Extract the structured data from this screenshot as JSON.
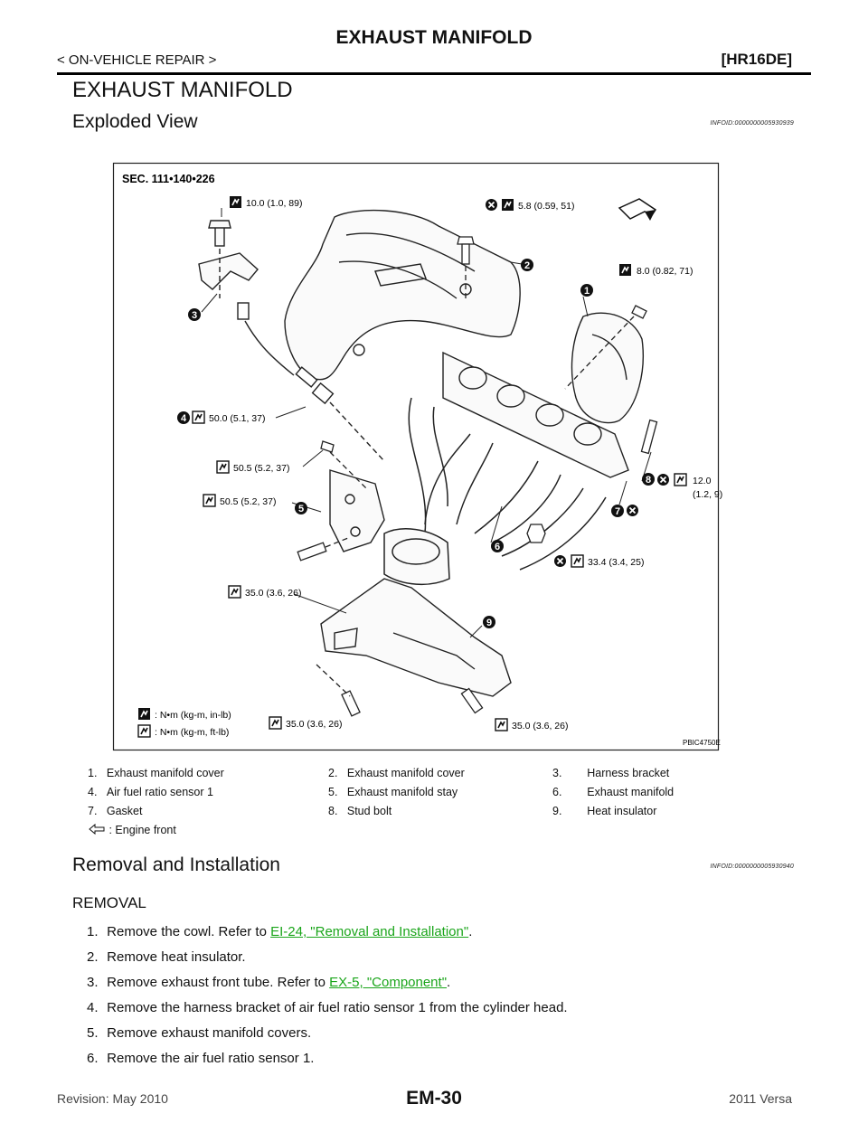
{
  "header": {
    "title": "EXHAUST MANIFOLD",
    "section": "< ON-VEHICLE REPAIR >",
    "engine": "[HR16DE]"
  },
  "page_title": "EXHAUST MANIFOLD",
  "exploded": {
    "heading": "Exploded View",
    "info_id": "INFOID:0000000005930939"
  },
  "figure": {
    "sec": "SEC. 111•140•226",
    "code": "PBIC4750E",
    "callouts": [
      "1",
      "2",
      "3",
      "4",
      "5",
      "6",
      "7",
      "8",
      "9"
    ],
    "torques": {
      "t1": "10.0 (1.0, 89)",
      "t2": "5.8 (0.59, 51)",
      "t3": "8.0 (0.82, 71)",
      "t4": "50.0 (5.1, 37)",
      "t5": "50.5 (5.2, 37)",
      "t6": "50.5 (5.2, 37)",
      "t7a": "12.0",
      "t7b": "(1.2, 9)",
      "t8": "33.4 (3.4, 25)",
      "t9": "35.0 (3.6, 26)",
      "t10": "35.0 (3.6, 26)",
      "t11": "35.0 (3.6, 26)"
    },
    "units": {
      "inlb": ": N•m (kg-m, in-lb)",
      "ftlb": ": N•m (kg-m, ft-lb)"
    }
  },
  "legend": {
    "items": [
      {
        "n": "1.",
        "t": "Exhaust manifold cover"
      },
      {
        "n": "2.",
        "t": "Exhaust manifold cover"
      },
      {
        "n": "3.",
        "t": "Harness bracket"
      },
      {
        "n": "4.",
        "t": "Air fuel ratio sensor 1"
      },
      {
        "n": "5.",
        "t": "Exhaust manifold stay"
      },
      {
        "n": "6.",
        "t": "Exhaust manifold"
      },
      {
        "n": "7.",
        "t": "Gasket"
      },
      {
        "n": "8.",
        "t": "Stud bolt"
      },
      {
        "n": "9.",
        "t": "Heat insulator"
      }
    ],
    "front_label": ": Engine front"
  },
  "removal": {
    "heading": "Removal and Installation",
    "info_id": "INFOID:0000000005930940",
    "subheading": "REMOVAL",
    "steps": [
      {
        "num": "1.",
        "pre": "Remove the cowl. Refer to ",
        "link": "EI-24, \"Removal and Installation\"",
        "post": "."
      },
      {
        "num": "2.",
        "pre": "Remove heat insulator.",
        "link": "",
        "post": ""
      },
      {
        "num": "3.",
        "pre": "Remove exhaust front tube. Refer to ",
        "link": "EX-5, \"Component\"",
        "post": "."
      },
      {
        "num": "4.",
        "pre": "Remove the harness bracket of air fuel ratio sensor 1 from the cylinder head.",
        "link": "",
        "post": ""
      },
      {
        "num": "5.",
        "pre": "Remove exhaust manifold covers.",
        "link": "",
        "post": ""
      },
      {
        "num": "6.",
        "pre": "Remove the air fuel ratio sensor 1.",
        "link": "",
        "post": ""
      }
    ]
  },
  "footer": {
    "revision": "Revision: May 2010",
    "page": "EM-30",
    "model": "2011 Versa"
  }
}
